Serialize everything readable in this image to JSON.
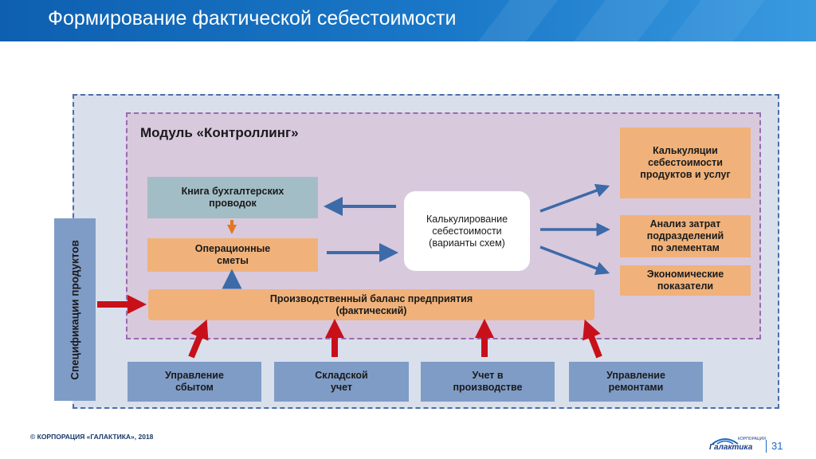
{
  "header": {
    "title": "Формирование фактической себестоимости"
  },
  "module": {
    "title": "Модуль «Контроллинг»"
  },
  "left_panel": {
    "label": "Спецификации продуктов"
  },
  "boxes": {
    "ledger": "Книга бухгалтерских\nпроводок",
    "estimates": "Операционные\nсметы",
    "costing": "Калькулирование\nсебестоимости\n(варианты схем)",
    "calculations": "Калькуляции\nсебестоимости\nпродуктов и услуг",
    "analysis": "Анализ затрат\nподразделений\nпо элементам",
    "economic": "Экономические\nпоказатели",
    "balance": "Производственный баланс предприятия\n(фактический)"
  },
  "bottom": {
    "sales": "Управление\nсбытом",
    "warehouse": "Складской\nучет",
    "production": "Учет в\nпроизводстве",
    "repairs": "Управление\nремонтами"
  },
  "footer": {
    "copyright": "© КОРПОРАЦИЯ «ГАЛАКТИКА», 2018",
    "logo_text": "Галактика",
    "logo_sub": "КОРПОРАЦИЯ",
    "page_number": "31"
  },
  "colors": {
    "header": "#1a78c8",
    "blue_box": "#7f9cc6",
    "orange_box": "#f0b27a",
    "teal_box": "#a3bdc6",
    "arrow_blue": "#3d6aa8",
    "arrow_red": "#c8101a",
    "arrow_orange": "#e07820"
  }
}
